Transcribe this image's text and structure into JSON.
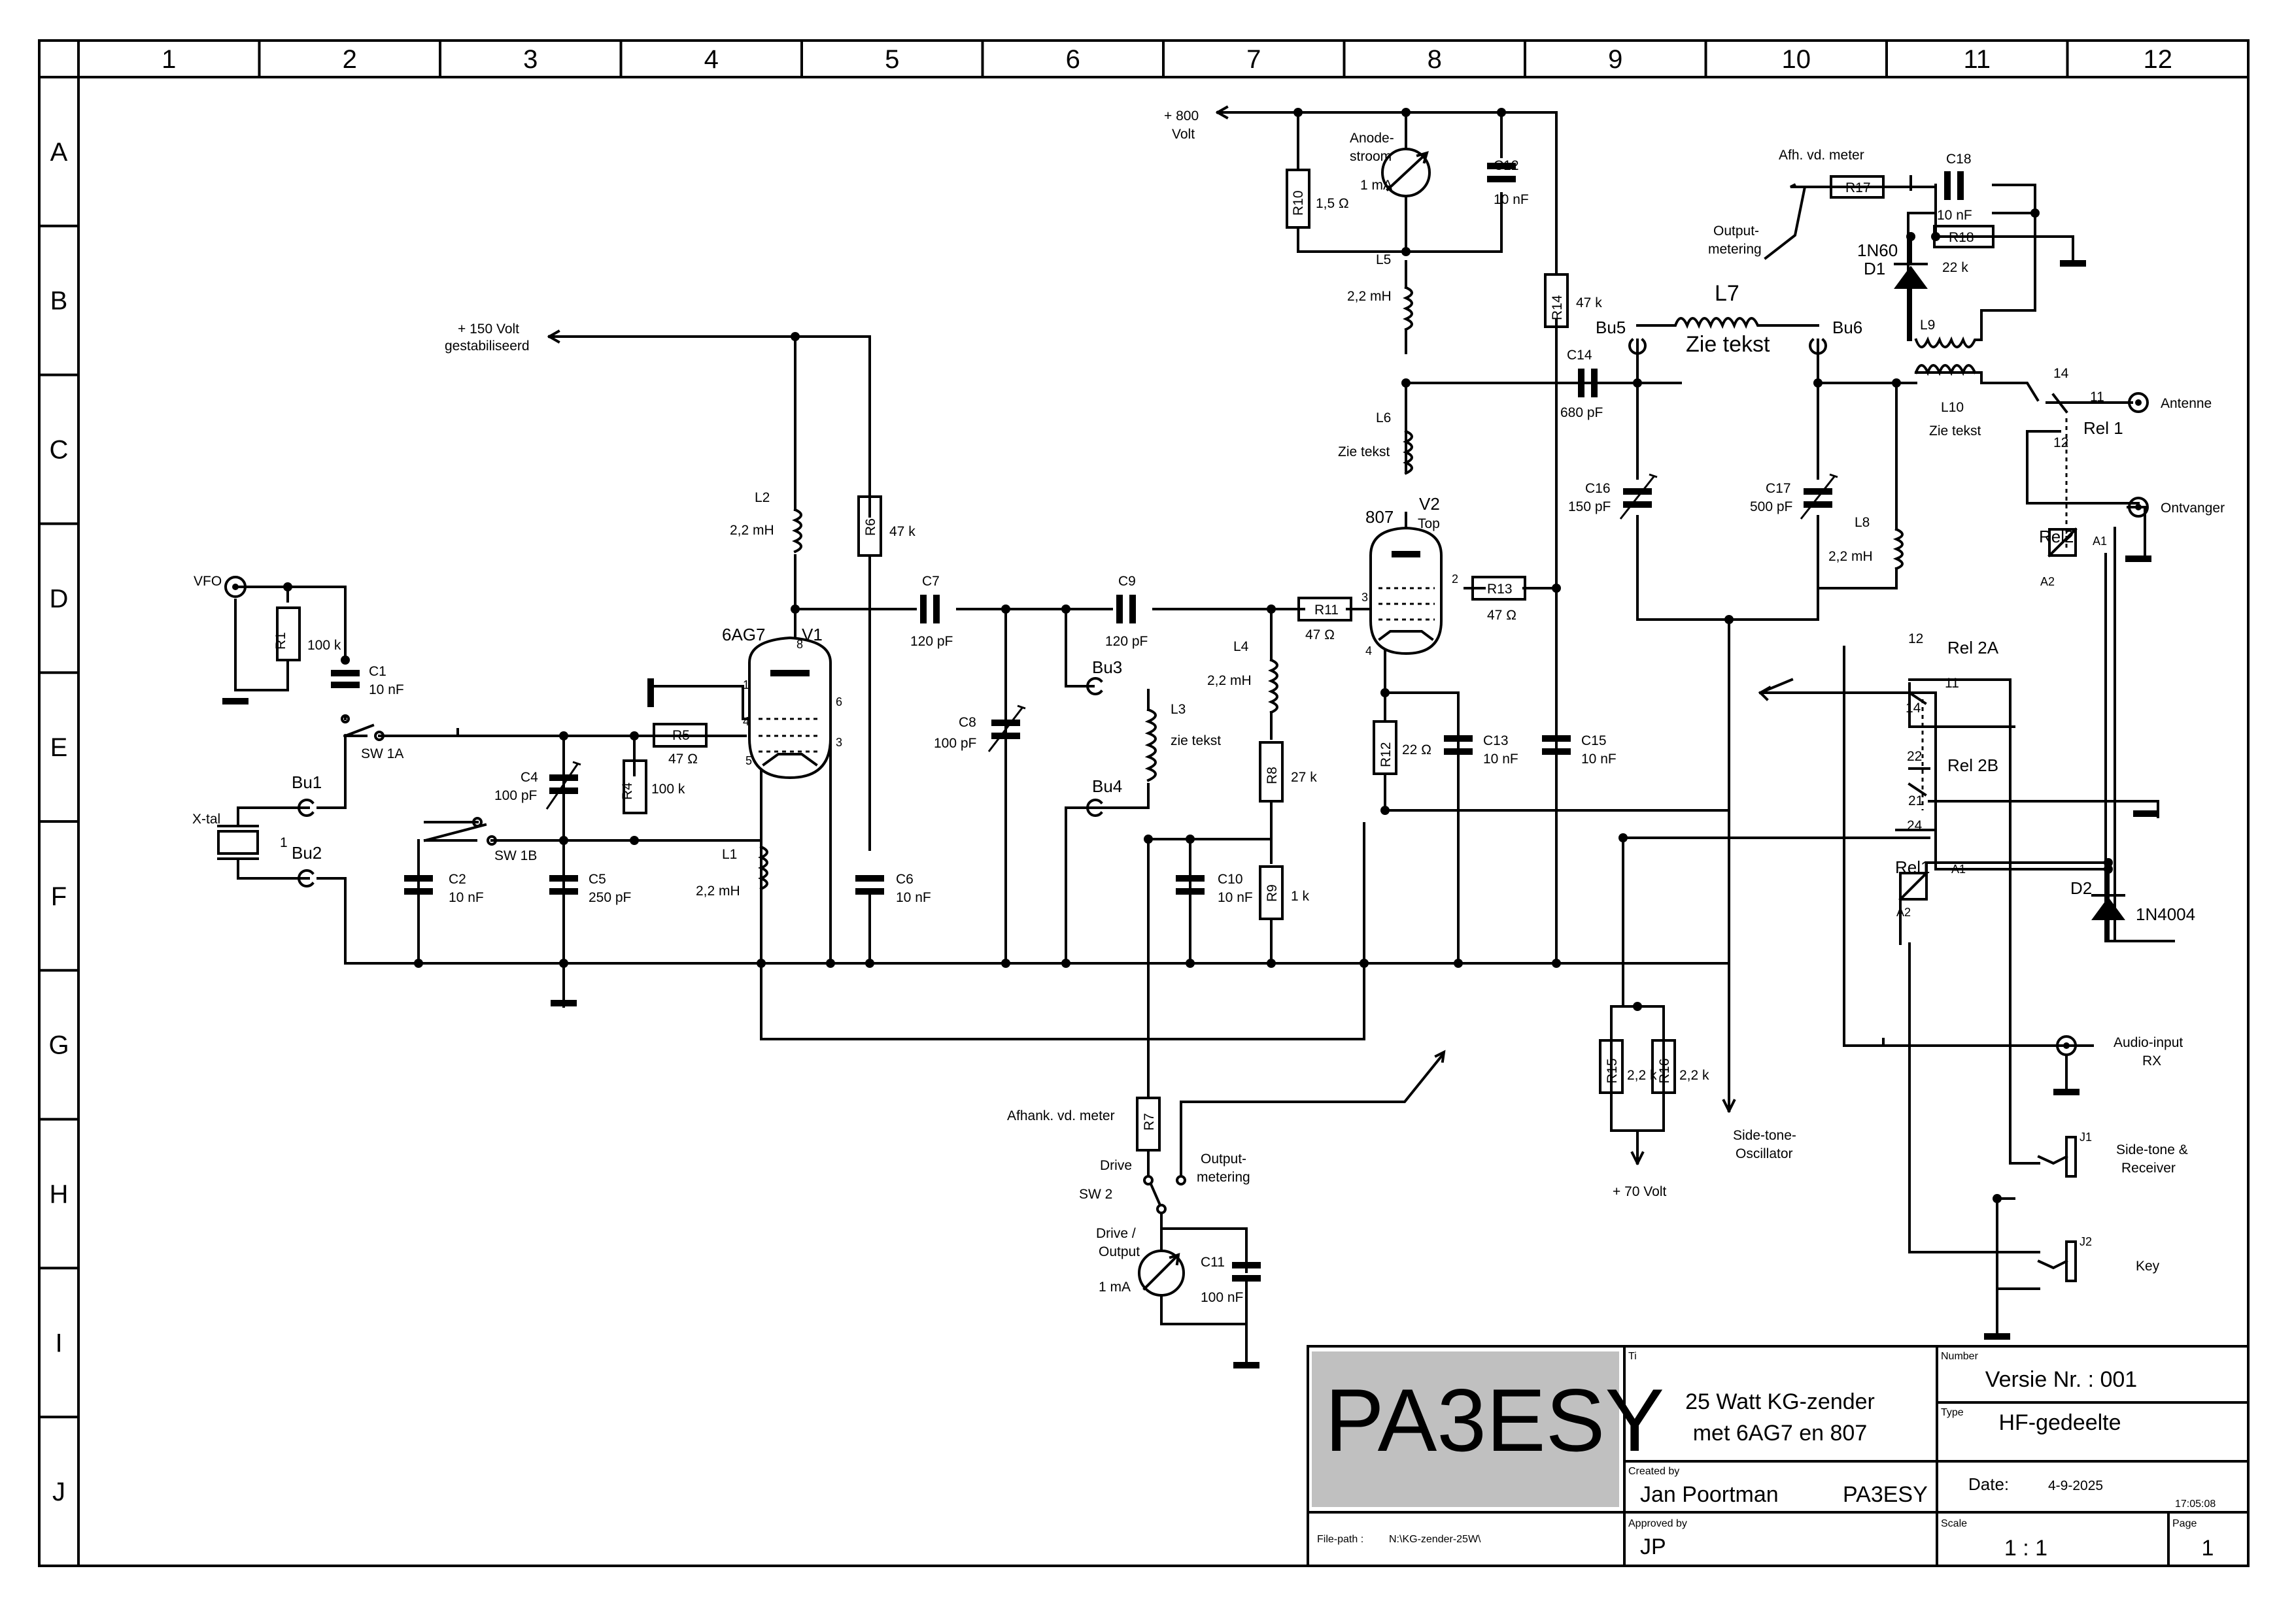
{
  "grid": {
    "columns": [
      "1",
      "2",
      "3",
      "4",
      "5",
      "6",
      "7",
      "8",
      "9",
      "10",
      "11",
      "12"
    ],
    "rows": [
      "A",
      "B",
      "C",
      "D",
      "E",
      "F",
      "G",
      "H",
      "I",
      "J"
    ]
  },
  "title_block": {
    "logo": "PA3ESY",
    "title_label": "Ti",
    "title_line1": "25 Watt KG-zender",
    "title_line2": "met 6AG7 en 807",
    "number_label": "Number",
    "number_value": "Versie Nr. : 001",
    "type_label": "Type",
    "type_value": "HF-gedeelte",
    "created_by_label": "Created by",
    "created_by_name": "Jan Poortman",
    "created_by_call": "PA3ESY",
    "date_label": "Date:",
    "date_value": "4-9-2025",
    "time_value": "17:05:08",
    "filepath_label": "File-path :",
    "filepath_value": "N:\\KG-zender-25W\\",
    "approved_label": "Approved by",
    "approved_value": "JP",
    "scale_label": "Scale",
    "scale_value": "1 : 1",
    "page_label": "Page",
    "page_value": "1"
  },
  "labels": {
    "supply_800": "+ 800",
    "supply_800_unit": "Volt",
    "supply_150": "+ 150 Volt",
    "supply_150_sub": "gestabiliseerd",
    "supply_70": "+ 70 Volt",
    "vfo": "VFO",
    "xtal": "X-tal",
    "anode_meter_1": "Anode-",
    "anode_meter_2": "stroom",
    "anode_meter_3": "1 mA",
    "afh_meter_top": "Afh. vd. meter",
    "output_metering_top_1": "Output-",
    "output_metering_top_2": "metering",
    "afhank_meter": "Afhank. vd. meter",
    "drive": "Drive",
    "output_metering_1": "Output-",
    "output_metering_2": "metering",
    "sw2": "SW 2",
    "drive_output_1": "Drive /",
    "drive_output_2": "Output",
    "drive_output_3": "1 mA",
    "side_tone_osc_1": "Side-tone-",
    "side_tone_osc_2": "Oscillator",
    "audio_input_1": "Audio-input",
    "audio_input_2": "RX",
    "side_tone_recv_1": "Side-tone &",
    "side_tone_recv_2": "Receiver",
    "key": "Key",
    "antenne": "Antenne",
    "ontvanger": "Ontvanger",
    "zie_tekst": "Zie tekst",
    "zie_tekst_l3": "zie tekst",
    "zie_tekst_l6": "Zie tekst",
    "zie_tekst_l10": "Zie tekst",
    "top": "Top"
  },
  "components": {
    "V1": "V1",
    "V1_type": "6AG7",
    "V2": "V2",
    "V2_type": "807",
    "R1": "R1",
    "R1_v": "100 k",
    "R4": "R4",
    "R4_v": "100 k",
    "R5": "R5",
    "R5_v": "47 Ω",
    "R6": "R6",
    "R6_v": "47 k",
    "R7": "R7",
    "R8": "R8",
    "R8_v": "27 k",
    "R9": "R9",
    "R9_v": "1 k",
    "R10": "R10",
    "R10_v": "1,5 Ω",
    "R11": "R11",
    "R11_v": "47 Ω",
    "R12": "R12",
    "R12_v": "22 Ω",
    "R13": "R13",
    "R13_v": "47 Ω",
    "R14": "R14",
    "R14_v": "47 k",
    "R15": "R15",
    "R15_v": "2,2 k",
    "R16": "R16",
    "R16_v": "2,2 k",
    "R17": "R17",
    "R18": "R18",
    "R18_v": "22 k",
    "C1": "C1",
    "C1_v": "10 nF",
    "C2": "C2",
    "C2_v": "10 nF",
    "C4": "C4",
    "C4_v": "100 pF",
    "C5": "C5",
    "C5_v": "250 pF",
    "C6": "C6",
    "C6_v": "10 nF",
    "C7": "C7",
    "C7_v": "120 pF",
    "C8": "C8",
    "C8_v": "100 pF",
    "C9": "C9",
    "C9_v": "120 pF",
    "C10": "C10",
    "C10_v": "10 nF",
    "C11": "C11",
    "C11_v": "100 nF",
    "C12": "C12",
    "C12_v": "10 nF",
    "C13": "C13",
    "C13_v": "10 nF",
    "C14": "C14",
    "C14_v": "680 pF",
    "C15": "C15",
    "C15_v": "10 nF",
    "C16": "C16",
    "C16_v": "150 pF",
    "C17": "C17",
    "C17_v": "500 pF",
    "C18": "C18",
    "C18_v": "10 nF",
    "L1": "L1",
    "L1_v": "2,2 mH",
    "L2": "L2",
    "L2_v": "2,2 mH",
    "L3": "L3",
    "L4": "L4",
    "L4_v": "2,2 mH",
    "L5": "L5",
    "L5_v": "2,2 mH",
    "L6": "L6",
    "L7": "L7",
    "L8": "L8",
    "L8_v": "2,2 mH",
    "L9": "L9",
    "L10": "L10",
    "D1": "D1",
    "D1_v": "1N60",
    "D2": "D2",
    "D2_v": "1N4004",
    "Bu1": "Bu1",
    "Bu2": "Bu2",
    "Bu3": "Bu3",
    "Bu4": "Bu4",
    "Bu5": "Bu5",
    "Bu6": "Bu6",
    "SW1A": "SW 1A",
    "SW1B": "SW 1B",
    "Rel1": "Rel 1",
    "Rel1b": "Rel1",
    "Rel2": "Rel2",
    "Rel2A": "Rel 2A",
    "Rel2B": "Rel 2B",
    "J1": "J1",
    "J2": "J2",
    "A1": "A1",
    "A2": "A2"
  },
  "pins": {
    "v1_p1": "1",
    "v1_p3": "3",
    "v1_p4": "4",
    "v1_p5": "5",
    "v1_p6": "6",
    "v1_p8": "8",
    "v2_p2": "2",
    "v2_p3": "3",
    "v2_p4": "4",
    "xtal_1": "1",
    "r1_11": "11",
    "r1_12": "12",
    "r1_14": "14",
    "r2a_12": "12",
    "r2a_11": "11",
    "r2a_14": "14",
    "r2b_22": "22",
    "r2b_21": "21",
    "r2b_24": "24"
  }
}
